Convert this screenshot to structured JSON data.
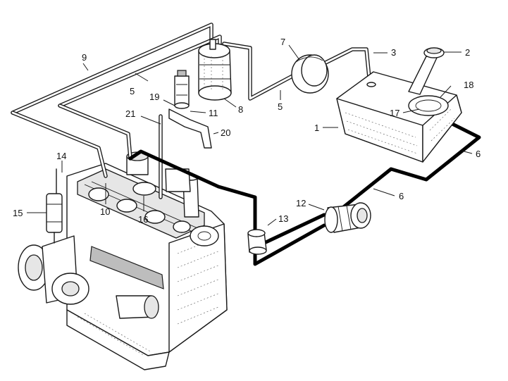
{
  "callouts": [
    {
      "id": "1",
      "text": "1"
    },
    {
      "id": "2",
      "text": "2"
    },
    {
      "id": "3",
      "text": "3"
    },
    {
      "id": "5a",
      "text": "5"
    },
    {
      "id": "5b",
      "text": "5"
    },
    {
      "id": "6a",
      "text": "6"
    },
    {
      "id": "6b",
      "text": "6"
    },
    {
      "id": "7",
      "text": "7"
    },
    {
      "id": "8",
      "text": "8"
    },
    {
      "id": "9",
      "text": "9"
    },
    {
      "id": "10",
      "text": "10"
    },
    {
      "id": "11",
      "text": "11"
    },
    {
      "id": "12",
      "text": "12"
    },
    {
      "id": "13",
      "text": "13"
    },
    {
      "id": "14",
      "text": "14"
    },
    {
      "id": "15",
      "text": "15"
    },
    {
      "id": "16",
      "text": "16"
    },
    {
      "id": "17",
      "text": "17"
    },
    {
      "id": "18",
      "text": "18"
    },
    {
      "id": "19",
      "text": "19"
    },
    {
      "id": "20",
      "text": "20"
    },
    {
      "id": "21",
      "text": "21"
    }
  ]
}
